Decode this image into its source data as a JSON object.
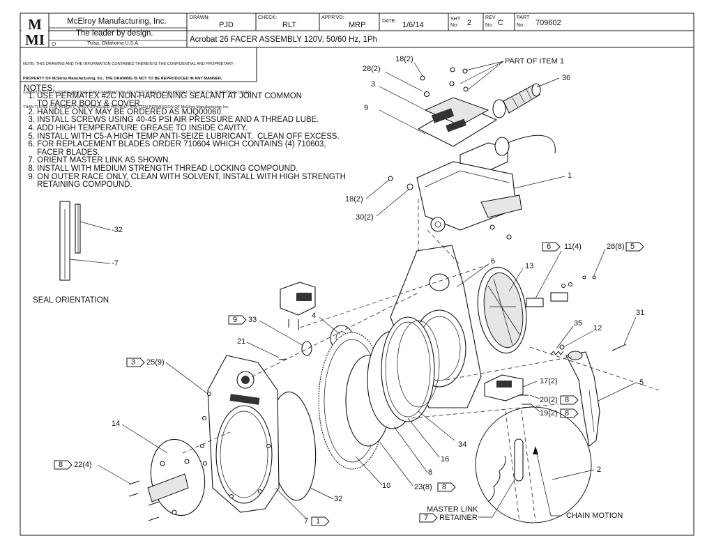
{
  "company": {
    "logo_letters": "MMI",
    "name": "McElroy Manufacturing, Inc.",
    "tagline": "The leader by design.",
    "location": "Tulsa, Oklahoma U.S.A."
  },
  "title_block": {
    "drawn_label": "DRAWN:",
    "drawn_value": "PJD",
    "check_label": "CHECK:",
    "check_value": "RLT",
    "apprvd_label": "APPR'VD:",
    "apprvd_value": "MRP",
    "date_label": "DATE:",
    "date_value": "1/6/14",
    "sht_label_1": "SHT",
    "sht_label_2": "No:",
    "sht_value": "2",
    "rev_label_1": "REV",
    "rev_label_2": "No:",
    "rev_value": "C",
    "part_label_1": "PART",
    "part_label_2": "No:",
    "part_value": "709602",
    "description": "Acrobat 26 FACER ASSEMBLY 120V, 50/60 Hz, 1Ph"
  },
  "legal_notice": [
    "NOTE: THIS DRAWING AND THE INFORMATION CONTAINED THEREIN IS THE CONFIDENTIAL AND PROPRIETARY",
    "PROPERTY OF McElroy Manufacturing, Inc. THE DRAWING IS NOT TO BE REPRODUCED IN ANY MANNER,",
    "SUBMITTED TO OUTSIDE PARTIES FOR EXAMINATION, OR USED DIRECTLY OR INDIRECTLY FOR THE PURPOSES OTHER",
    "THAN THOSE FOR WHICH IT WAS FURNISHED WITHOUT WRITTEN PERMISSION OF McElroy Manufacturing, Inc."
  ],
  "notes_heading": "NOTES:",
  "notes": [
    "  1. USE PERMATEX #2C NON-HARDENING SEALANT AT JOINT COMMON",
    "      TO FACER BODY & COVER.",
    "  2. HANDLE ONLY MAY BE ORDERED AS MJQ00060.",
    "  3. INSTALL SCREWS USING 40-45 PSI AIR PRESSURE AND A THREAD LUBE.",
    "  4. ADD HIGH TEMPERATURE GREASE TO INSIDE CAVITY.",
    "  5. INSTALL WITH C5-A HIGH TEMP ANTI-SEIZE LUBRICANT.  CLEAN OFF EXCESS.",
    "  6. FOR REPLACEMENT BLADES ORDER 710604 WHICH CONTAINS (4) 710603,",
    "      FACER BLADES.",
    "  7. ORIENT MASTER LINK AS SHOWN.",
    "  8. INSTALL WITH MEDIUM STRENGTH THREAD LOCKING COMPOUND.",
    "  9. ON OUTER RACE ONLY, CLEAN WITH SOLVENT, INSTALL WITH HIGH STRENGTH",
    "      RETAINING COMPOUND."
  ],
  "seal_orientation": {
    "label": "SEAL ORIENTATION",
    "callout_32": "-32",
    "callout_7": "-7"
  },
  "callouts": {
    "c18_top": "18(2)",
    "c28": "28(2)",
    "c3": "3",
    "c9": "9",
    "part_of_item": "PART OF ITEM 1",
    "c36": "36",
    "c1": "1",
    "c18_mid": "18(2)",
    "c30": "30(2)",
    "c11": "11(4)",
    "c26": "26(8)",
    "c6": "6",
    "c13": "13",
    "c4": "4",
    "c33": "33",
    "c21": "21",
    "c25": "25(9)",
    "c35": "35",
    "c12": "12",
    "c31": "31",
    "c17": "17(2)",
    "c20": "20(2)",
    "c19": "19(2)",
    "c5": "5",
    "c14": "14",
    "c22": "22(4)",
    "c34": "34",
    "c16": "16",
    "c8": "8",
    "c23": "23(8)",
    "c10": "10",
    "c32": "32",
    "c7": "7",
    "c2": "2",
    "master_link_1": "MASTER LINK",
    "master_link_2": "RETAINER",
    "chain_motion": "CHAIN MOTION"
  },
  "flags": {
    "f11": "6",
    "f26": "5",
    "f33": "9",
    "f25": "3",
    "f20": "8",
    "f19": "8",
    "f22": "8",
    "f23": "8",
    "f7": "1",
    "f_retainer": "7"
  }
}
